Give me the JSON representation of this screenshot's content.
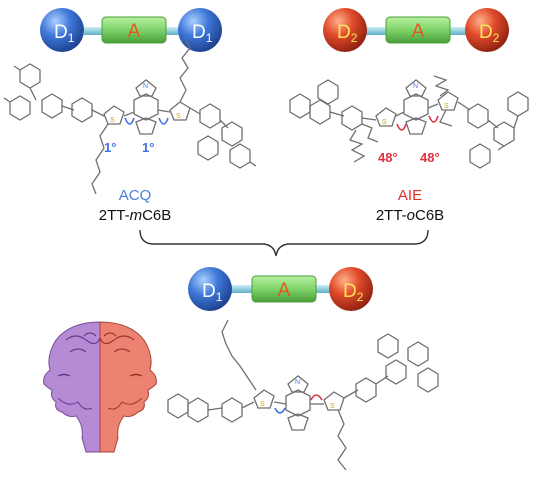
{
  "top_left": {
    "donor_label": "D",
    "donor_sub": "1",
    "acceptor_label": "A",
    "angle_left": "1°",
    "angle_right": "1°",
    "behavior": "ACQ",
    "name_prefix": "2TT-",
    "name_italic": "m",
    "name_suffix": "C6B"
  },
  "top_right": {
    "donor_label": "D",
    "donor_sub": "2",
    "acceptor_label": "A",
    "angle_left": "48°",
    "angle_right": "48°",
    "behavior": "AIE",
    "name_prefix": "2TT-",
    "name_italic": "o",
    "name_suffix": "C6B"
  },
  "bottom": {
    "left_donor_label": "D",
    "left_donor_sub": "1",
    "acceptor_label": "A",
    "right_donor_label": "D",
    "right_donor_sub": "2"
  },
  "colors": {
    "blue": "#3f78d8",
    "red": "#e04a2a",
    "green": "#7ed36a",
    "connector": "#7fc8d8",
    "acq_text": "#4a7fe0",
    "aie_text": "#e0302a",
    "angle_blue": "#3f6fe0",
    "angle_red": "#e03040"
  }
}
